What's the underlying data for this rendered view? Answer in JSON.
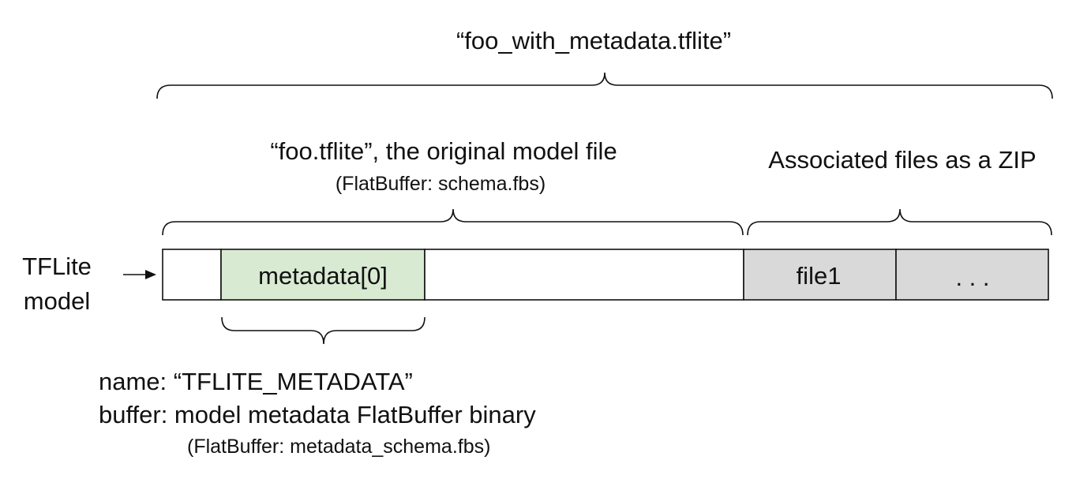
{
  "top_label": "“foo_with_metadata.tflite”",
  "model_section": {
    "title": "“foo.tflite”, the original model file",
    "subtitle": "(FlatBuffer: schema.fbs)"
  },
  "zip_section": {
    "title": "Associated files as a ZIP"
  },
  "input_label": {
    "line1": "TFLite",
    "line2": "model"
  },
  "segments": {
    "metadata": "metadata[0]",
    "file1": "file1",
    "more": ". . ."
  },
  "metadata_details": {
    "name": "name: “TFLITE_METADATA”",
    "buffer": "buffer: model metadata FlatBuffer binary",
    "schema": "(FlatBuffer: metadata_schema.fbs)"
  },
  "colors": {
    "metadata_fill": "#d9ead3",
    "zip_fill": "#d9d9d9",
    "line": "#111111"
  }
}
